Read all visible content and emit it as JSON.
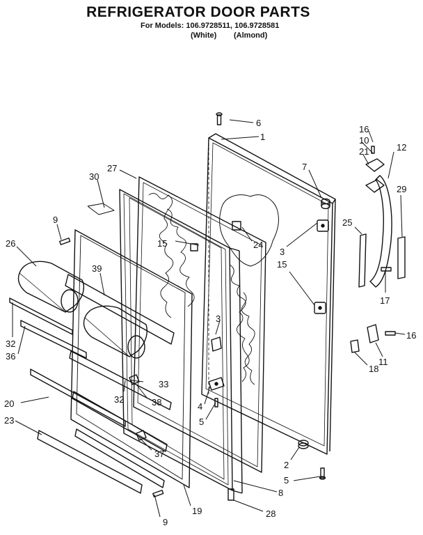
{
  "header": {
    "title": "REFRIGERATOR DOOR PARTS",
    "models_line": "For Models: 106.9728511, 106.9728581",
    "color_white": "(White)",
    "color_almond": "(Almond)"
  },
  "callouts": {
    "c1": "1",
    "c2": "2",
    "c3a": "3",
    "c3b": "3",
    "c4": "4",
    "c5a": "5",
    "c5b": "5",
    "c6": "6",
    "c7": "7",
    "c8": "8",
    "c9a": "9",
    "c9b": "9",
    "c10": "10",
    "c11": "11",
    "c12": "12",
    "c15a": "15",
    "c15b": "15",
    "c16a": "16",
    "c16b": "16",
    "c17": "17",
    "c18": "18",
    "c19": "19",
    "c20": "20",
    "c21": "21",
    "c23": "23",
    "c24": "24",
    "c25": "25",
    "c26": "26",
    "c27": "27",
    "c28": "28",
    "c29": "29",
    "c30": "30",
    "c32a": "32",
    "c32b": "32",
    "c33": "33",
    "c36": "36",
    "c37": "37",
    "c38": "38",
    "c39": "39"
  }
}
